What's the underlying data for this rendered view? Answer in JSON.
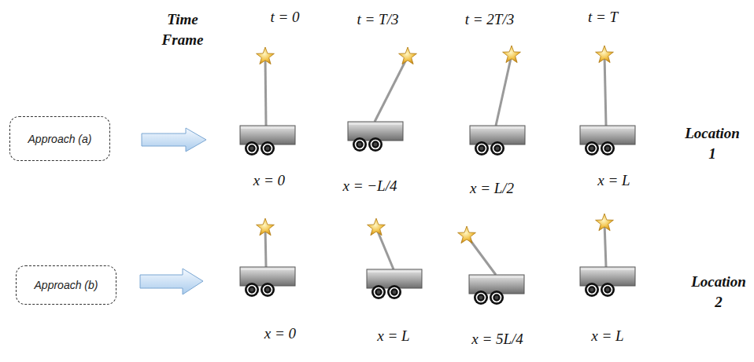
{
  "diagram": {
    "nodes": [
      {
        "text": [
          "Approach (a)"
        ]
      },
      {
        "text": [
          "Approach (b)"
        ]
      }
    ],
    "labels": [
      "Time Frame",
      "t = 0",
      "t = T/3",
      "t = 2T/3",
      "t = T",
      "Location 1",
      "x = 0",
      "x = −L/4",
      "x = L/2",
      "x = L",
      "Location 2",
      "x = 0",
      "x = L",
      "x = 5L/4",
      "x = L"
    ]
  }
}
